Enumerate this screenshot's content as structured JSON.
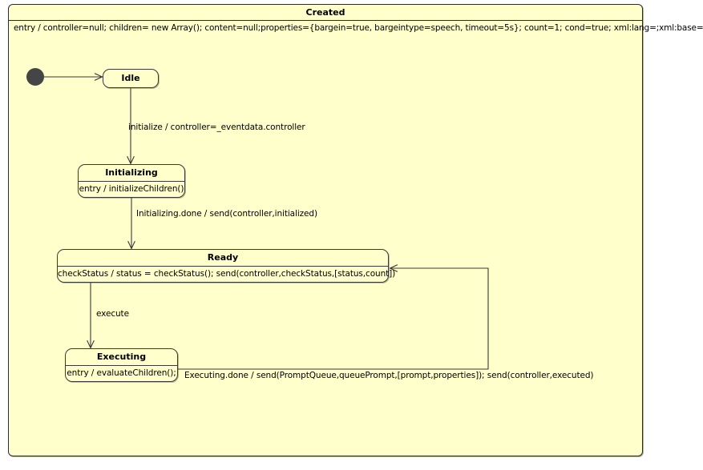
{
  "diagram": {
    "type": "uml-state-machine",
    "colors": {
      "state_fill": "#ffffcc",
      "state_border": "#3a3a3a",
      "page_background": "#ffffff",
      "initial_node": "#454545",
      "connector": "#3a3a3a"
    },
    "outer_state": {
      "name": "Created",
      "entry": "entry / controller=null; children= new Array(); content=null;properties={bargein=true, bargeintype=speech, timeout=5s}; count=1; cond=true; xml:lang=;xml:base="
    },
    "initial_node": {
      "name": "initial-pseudostate"
    },
    "states": [
      {
        "id": "idle",
        "name": "Idle",
        "body": ""
      },
      {
        "id": "initializing",
        "name": "Initializing",
        "body": "entry / initializeChildren()"
      },
      {
        "id": "ready",
        "name": "Ready",
        "body": "checkStatus / status = checkStatus(); send(controller,checkStatus,[status,count])"
      },
      {
        "id": "executing",
        "name": "Executing",
        "body": "entry / evaluateChildren();"
      }
    ],
    "transitions": [
      {
        "id": "initial-to-idle",
        "from": "initial",
        "to": "idle",
        "label": ""
      },
      {
        "id": "idle-to-initializing",
        "from": "idle",
        "to": "initializing",
        "label": "initialize / controller=_eventdata.controller"
      },
      {
        "id": "initializing-to-ready",
        "from": "initializing",
        "to": "ready",
        "label": "Initializing.done / send(controller,initialized)"
      },
      {
        "id": "ready-to-executing",
        "from": "ready",
        "to": "executing",
        "label": "execute"
      },
      {
        "id": "executing-to-ready",
        "from": "executing",
        "to": "ready",
        "label": "Executing.done / send(PromptQueue,queuePrompt,[prompt,properties]); send(controller,executed)"
      }
    ]
  }
}
